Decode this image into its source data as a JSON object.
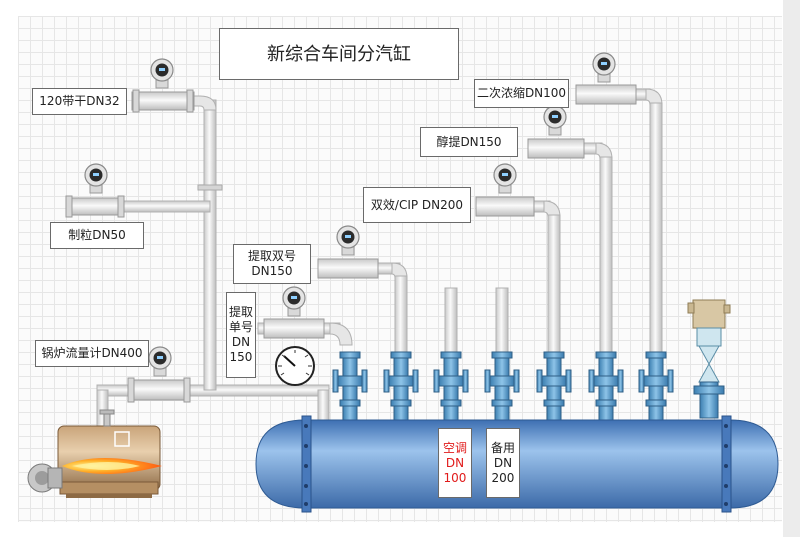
{
  "title": "新综合车间分汽缸",
  "labels": {
    "l120": "120带干DN32",
    "zhili": "制粒DN50",
    "guolu": "锅炉流量计DN400",
    "tiqushuang": "提取双号\nDN150",
    "tiqudan": "提取\n单号\nDN\n150",
    "shuangxiao": "双效/CIP DN200",
    "chunti": "醇提DN150",
    "erci": "二次浓缩DN100",
    "kongtiao": "空调\nDN\n100",
    "beiyong": "备用\nDN\n200"
  },
  "colors": {
    "pipe": "#e8e8e8",
    "vessel": "#6a9fd8",
    "valve": "#5a9cc9",
    "flame": "#ff8a1f",
    "label_alert": "#e11b1b"
  }
}
